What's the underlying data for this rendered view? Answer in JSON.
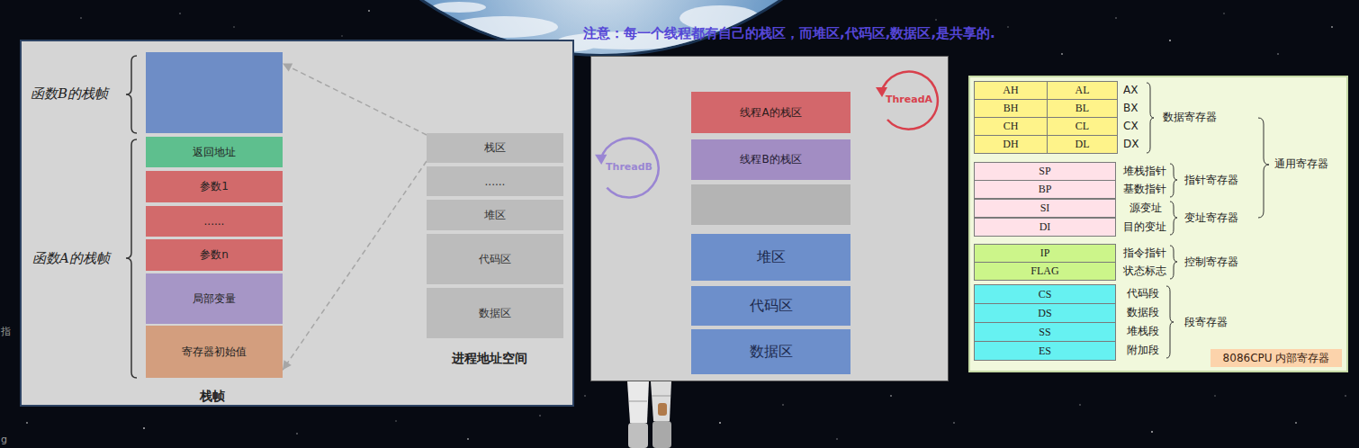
{
  "diagram": {
    "title": "注意：每一个线程都有自己的栈区，而堆区,代码区,数据区,是共享的.",
    "nodes": [
      {
        "text": [
          "函数B的栈帧"
        ]
      },
      {
        "text": [
          "返回地址"
        ]
      },
      {
        "text": [
          "参数1"
        ]
      },
      {
        "text": [
          "......"
        ]
      },
      {
        "text": [
          "参数n"
        ]
      },
      {
        "text": [
          "局部变量"
        ]
      },
      {
        "text": [
          "寄存器初始值"
        ]
      },
      {
        "text": [
          "栈区"
        ]
      },
      {
        "text": [
          "......"
        ]
      },
      {
        "text": [
          "堆区"
        ]
      },
      {
        "text": [
          "代码区"
        ]
      },
      {
        "text": [
          "数据区"
        ]
      },
      {
        "text": [
          "ThreadA"
        ]
      },
      {
        "text": [
          "线程A的栈区"
        ]
      },
      {
        "text": [
          "ThreadB"
        ]
      },
      {
        "text": [
          "线程B的栈区"
        ]
      },
      {
        "text": [
          "堆区"
        ]
      },
      {
        "text": [
          "代码区"
        ]
      },
      {
        "text": [
          "数据区"
        ]
      },
      {
        "text": [
          "8086CPU 内部寄存器"
        ]
      }
    ],
    "edges": [
      {
        "from": 7,
        "to": 0,
        "arrow": "to"
      },
      {
        "from": 7,
        "to": 6,
        "arrow": "to"
      }
    ],
    "labels": [
      "函数A的栈帧",
      "栈帧",
      "进程地址空间",
      "AH",
      "AL",
      "BH",
      "BL",
      "CH",
      "CL",
      "DH",
      "DL",
      "AX",
      "BX",
      "CX",
      "DX",
      "数据寄存器",
      "SP",
      "BP",
      "SI",
      "DI",
      "堆栈指针",
      "基数指针",
      "指针寄存器",
      "源变址",
      "目的变址",
      "变址寄存器",
      "通用寄存器",
      "IP",
      "FLAG",
      "指令指针",
      "状态标志",
      "控制寄存器",
      "CS",
      "DS",
      "SS",
      "ES",
      "代码段",
      "数据段",
      "堆栈段",
      "附加段",
      "段寄存器",
      "指",
      "g"
    ]
  }
}
